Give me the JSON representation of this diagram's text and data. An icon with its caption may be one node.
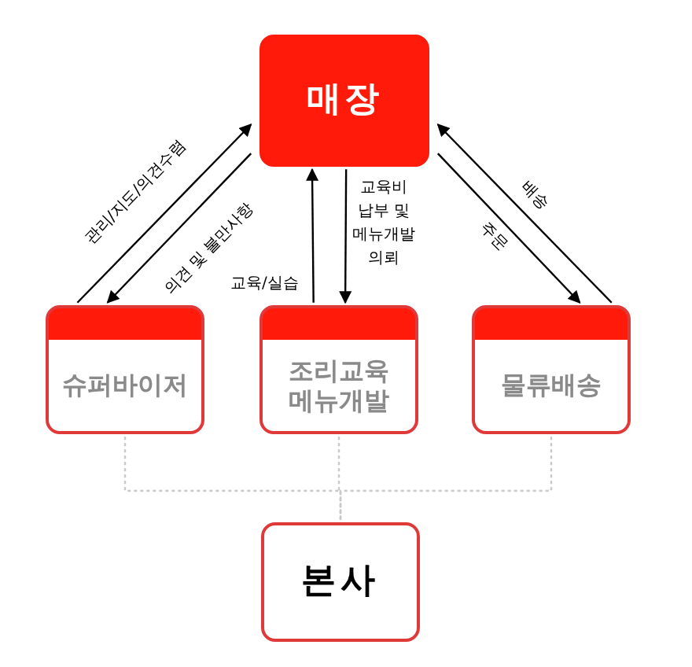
{
  "diagram": {
    "nodes": [
      {
        "text": [
          "매장"
        ]
      },
      {
        "text": [
          "슈퍼바이저"
        ]
      },
      {
        "text": [
          "조리교육 메뉴개발"
        ]
      },
      {
        "text": [
          "물류배송"
        ]
      },
      {
        "text": [
          "본사"
        ]
      }
    ],
    "edges": [
      {
        "from": 1,
        "to": 0,
        "arrow": "to",
        "label": "관리/지도/의견수렴"
      },
      {
        "from": 0,
        "to": 1,
        "arrow": "to",
        "label": "의견 및 불만사항"
      },
      {
        "from": 2,
        "to": 0,
        "arrow": "to",
        "label": "교육/실습"
      },
      {
        "from": 0,
        "to": 2,
        "arrow": "to",
        "label": "교육비 납부 및 메뉴개발 의뢰"
      },
      {
        "from": 3,
        "to": 0,
        "arrow": "to",
        "label": "배송"
      },
      {
        "from": 0,
        "to": 3,
        "arrow": "to",
        "label": "주문"
      },
      {
        "from": 1,
        "to": 4,
        "arrow": "none",
        "style": "dashed",
        "color": "#c8c8c8"
      },
      {
        "from": 2,
        "to": 4,
        "arrow": "none",
        "style": "dashed",
        "color": "#c8c8c8"
      },
      {
        "from": 3,
        "to": 4,
        "arrow": "none",
        "style": "dashed",
        "color": "#c8c8c8"
      }
    ]
  }
}
